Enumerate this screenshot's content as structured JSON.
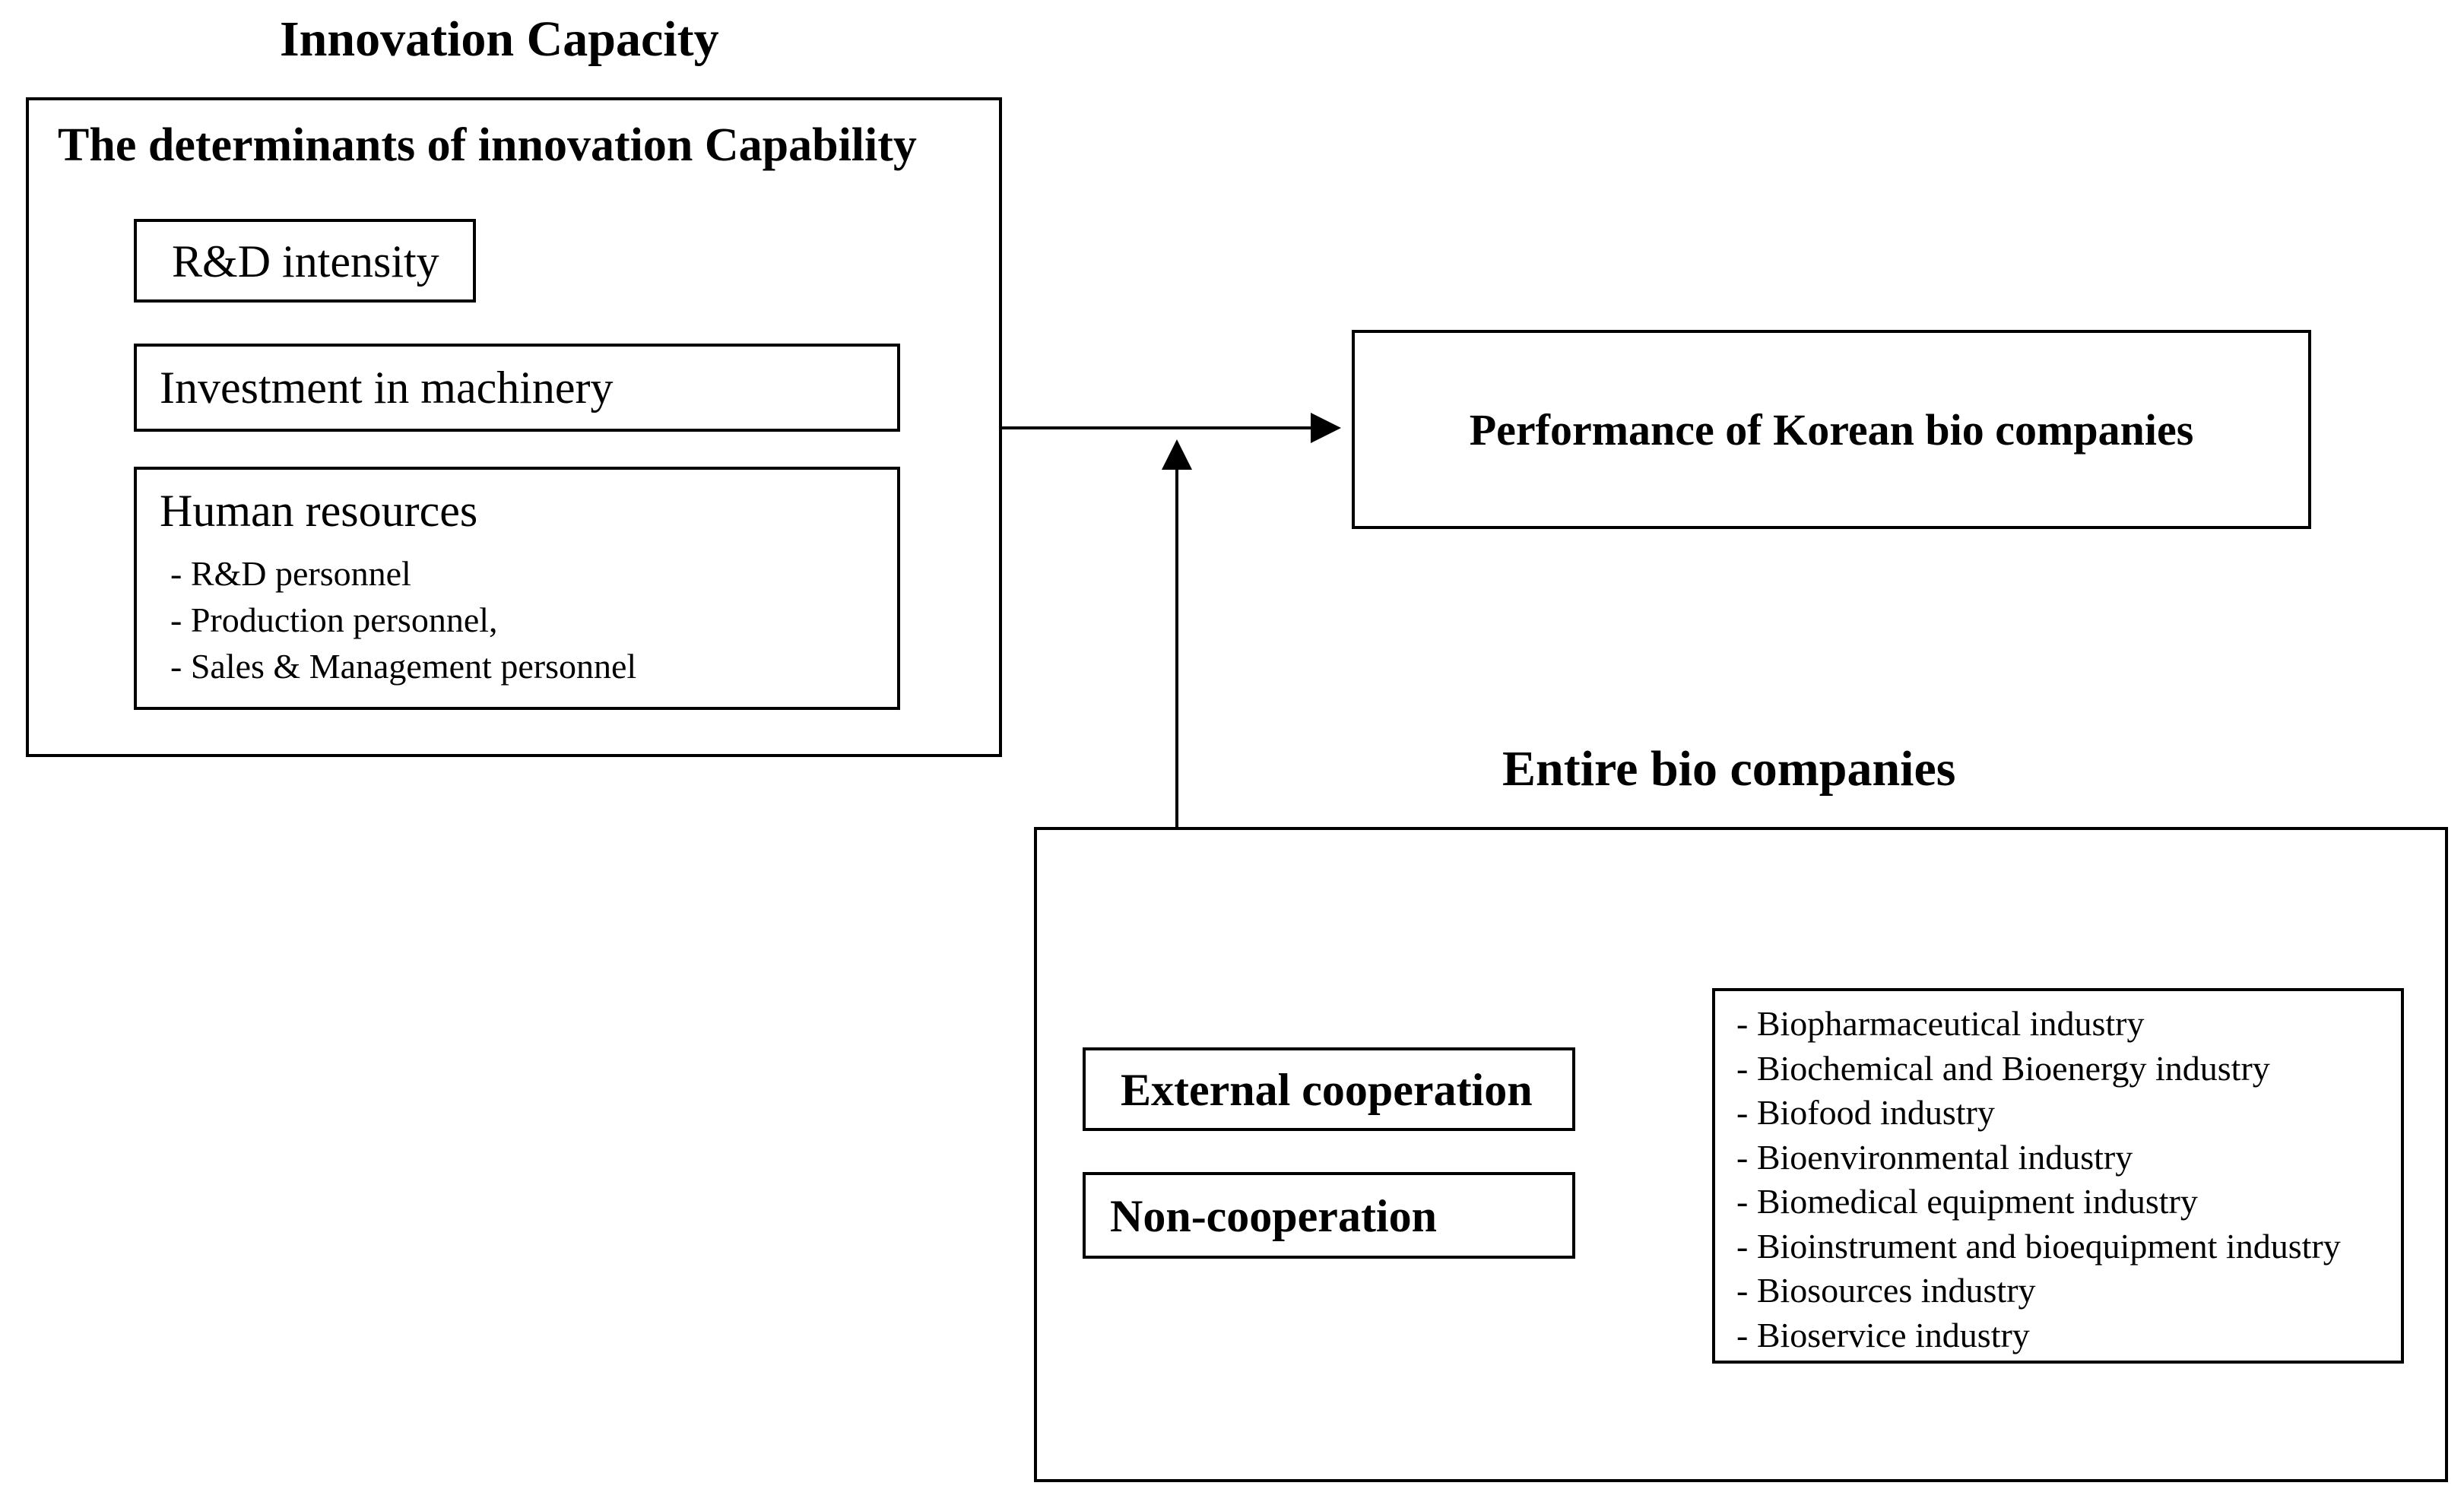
{
  "innovation_capacity": {
    "title": "Innovation Capacity",
    "determinants": {
      "title": "The determinants of innovation Capability",
      "rd_intensity": "R&D intensity",
      "investment": "Investment in machinery",
      "human_resources": {
        "title": "Human resources",
        "items": [
          "- R&D personnel",
          "- Production personnel,",
          "- Sales & Management personnel"
        ]
      }
    }
  },
  "performance": {
    "label": "Performance of Korean bio companies"
  },
  "entire_bio": {
    "title": "Entire bio companies",
    "external_cooperation": "External cooperation",
    "non_cooperation": "Non-cooperation",
    "industries": [
      "- Biopharmaceutical industry",
      "- Biochemical and Bioenergy industry",
      "- Biofood industry",
      "- Bioenvironmental industry",
      "- Biomedical equipment industry",
      "- Bioinstrument and bioequipment industry",
      "- Biosources industry",
      "- Bioservice industry"
    ]
  }
}
